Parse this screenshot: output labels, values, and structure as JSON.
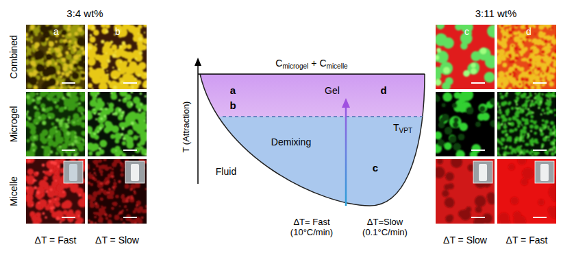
{
  "diagram": {
    "labels": [
      "3:4 wt%",
      "Combined",
      "Microgel",
      "Micelle",
      "a",
      "b",
      "ΔT = Fast",
      "ΔT = Slow",
      "C",
      "microgel",
      "+",
      "C",
      "micelle",
      "T (Attraction)",
      "a",
      "Gel",
      "d",
      "b",
      "T",
      "VPT",
      "Demixing",
      "c",
      "Fluid",
      "ΔT= Fast (10°C/min)",
      "ΔT=Slow (0.1°C/min)",
      "3:11 wt%",
      "c",
      "d",
      "ΔT = Slow",
      "ΔT = Fast"
    ]
  }
}
